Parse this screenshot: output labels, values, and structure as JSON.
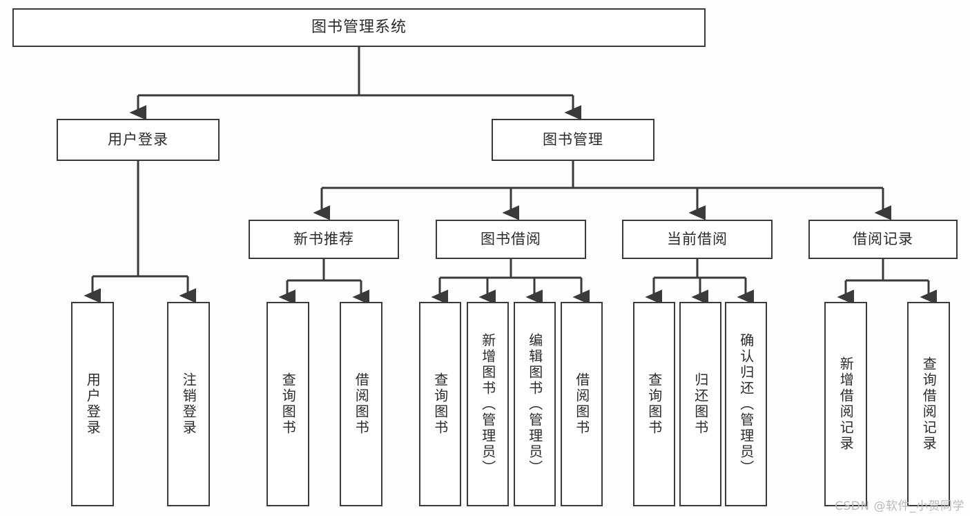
{
  "diagram": {
    "type": "tree",
    "title": "图书管理系统",
    "watermark": "CSDN @软件_小贺同学",
    "colors": {
      "box_border": "#3a3a3a",
      "box_fill": "#ffffff",
      "edge": "#3a3a3a",
      "text": "#2b2b2b",
      "background": "#fdfdfd",
      "watermark": "#b9b9b9"
    },
    "nodes": {
      "root": {
        "label": "图书管理系统"
      },
      "level2": [
        {
          "id": "user-login",
          "label": "用户登录"
        },
        {
          "id": "book-manage",
          "label": "图书管理"
        }
      ],
      "level3": [
        {
          "id": "new-book-recommend",
          "label": "新书推荐"
        },
        {
          "id": "book-borrow",
          "label": "图书借阅"
        },
        {
          "id": "current-borrow",
          "label": "当前借阅"
        },
        {
          "id": "borrow-record",
          "label": "借阅记录"
        }
      ],
      "leaves": {
        "user-login": [
          {
            "id": "leaf-user-login",
            "label": "用户登录"
          },
          {
            "id": "leaf-user-logout",
            "label": "注销登录"
          }
        ],
        "new-book-recommend": [
          {
            "id": "leaf-query-book-1",
            "label": "查询图书"
          },
          {
            "id": "leaf-borrow-book-1",
            "label": "借阅图书"
          }
        ],
        "book-borrow": [
          {
            "id": "leaf-query-book-2",
            "label": "查询图书"
          },
          {
            "id": "leaf-add-book",
            "label": "新增图书（管理员）"
          },
          {
            "id": "leaf-edit-book",
            "label": "编辑图书（管理员）"
          },
          {
            "id": "leaf-borrow-book-2",
            "label": "借阅图书"
          }
        ],
        "current-borrow": [
          {
            "id": "leaf-query-book-3",
            "label": "查询图书"
          },
          {
            "id": "leaf-return-book",
            "label": "归还图书"
          },
          {
            "id": "leaf-confirm-return",
            "label": "确认归还（管理员）"
          }
        ],
        "borrow-record": [
          {
            "id": "leaf-add-record",
            "label": "新增借阅记录"
          },
          {
            "id": "leaf-query-record",
            "label": "查询借阅记录"
          }
        ]
      }
    }
  }
}
